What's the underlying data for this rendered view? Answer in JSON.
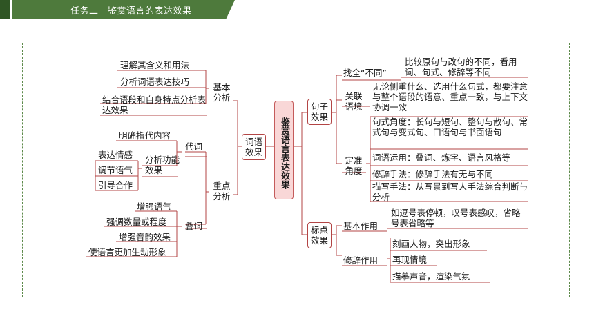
{
  "header": {
    "title": "任务二　鉴赏语言的表达效果"
  },
  "root": "鉴赏语言表达效果",
  "left": {
    "node": "词语效果",
    "basic": {
      "label": "基本分析",
      "items": [
        "理解其含义和用法",
        "分析词语表达技巧",
        "结合语段和自身特点分析表达效果"
      ]
    },
    "focus": {
      "label": "重点分析",
      "pronoun": {
        "label": "代词",
        "item": "明确指代内容",
        "func_label": "分析功能效果",
        "func_items": [
          "表达情感",
          "调节语气",
          "引导合作"
        ]
      },
      "repeat": {
        "label": "叠词",
        "items": [
          "增强语气",
          "强调数量或程度",
          "增强音韵效果",
          "使语言更加生动形象"
        ]
      }
    }
  },
  "right": {
    "sentence": {
      "node": "句子效果",
      "find": {
        "label": "找全“不同”",
        "text": "比较原句与改句的不同，看用词、句式、修辞等不同"
      },
      "context": {
        "label": "关联语境",
        "text": "无论侧重什么、选用什么句式，都要注意与整个语段的语意、重点一致，与上下文协调一致"
      },
      "angle": {
        "label": "定准角度",
        "items": [
          "句式角度：长句与短句、整句与散句、常式句与变式句、口语句与书面语句",
          "词语运用：叠词、炼字、语言风格等",
          "修辞手法：修辞手法有无与不同",
          "描写手法：从写景到写人手法综合判断与分析"
        ]
      }
    },
    "punct": {
      "node": "标点效果",
      "basic": {
        "label": "基本作用",
        "text": "如逗号表停顿，叹号表感叹，省略号表省略等"
      },
      "rhetoric": {
        "label": "修辞作用",
        "items": [
          "刻画人物，突出形象",
          "再现情境",
          "描摹声音，渲染气氛"
        ]
      }
    }
  }
}
